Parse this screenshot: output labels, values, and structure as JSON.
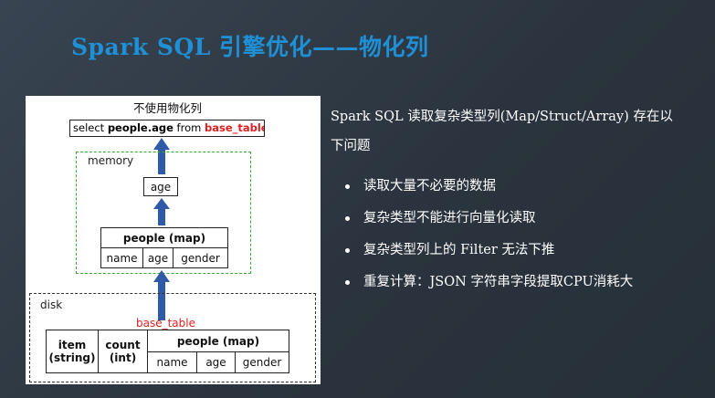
{
  "slide": {
    "title": "Spark SQL 引擎优化——物化列",
    "intro_line1": "Spark SQL 读取复杂类型列(Map/Struct/Array) 存在以",
    "intro_line2": "下问题",
    "bullets": [
      "读取大量不必要的数据",
      "复杂类型不能进行向量化读取",
      "复杂类型列上的 Filter 无法下推",
      "重复计算：JSON 字符串字段提取CPU消耗大"
    ]
  },
  "diagram": {
    "heading": "不使用物化列",
    "query": {
      "select": "select ",
      "column": "people.age",
      "from": " from ",
      "table": "base_table",
      "end": ";"
    },
    "memory_label": "memory",
    "age_box": "age",
    "people_map": "people (map)",
    "people_fields": [
      "name",
      "age",
      "gender"
    ],
    "disk_label": "disk",
    "table_name": "base_table",
    "disk_table": {
      "item_label": "item",
      "item_type": "(string)",
      "count_label": "count",
      "count_type": "(int)",
      "people_map": "people (map)",
      "people_fields": [
        "name",
        "age",
        "gender"
      ]
    }
  },
  "colors": {
    "title": "#1f8fd6",
    "arrow": "#2e5aa8",
    "memory_border": "#3aa83a",
    "highlight": "#e02020"
  }
}
